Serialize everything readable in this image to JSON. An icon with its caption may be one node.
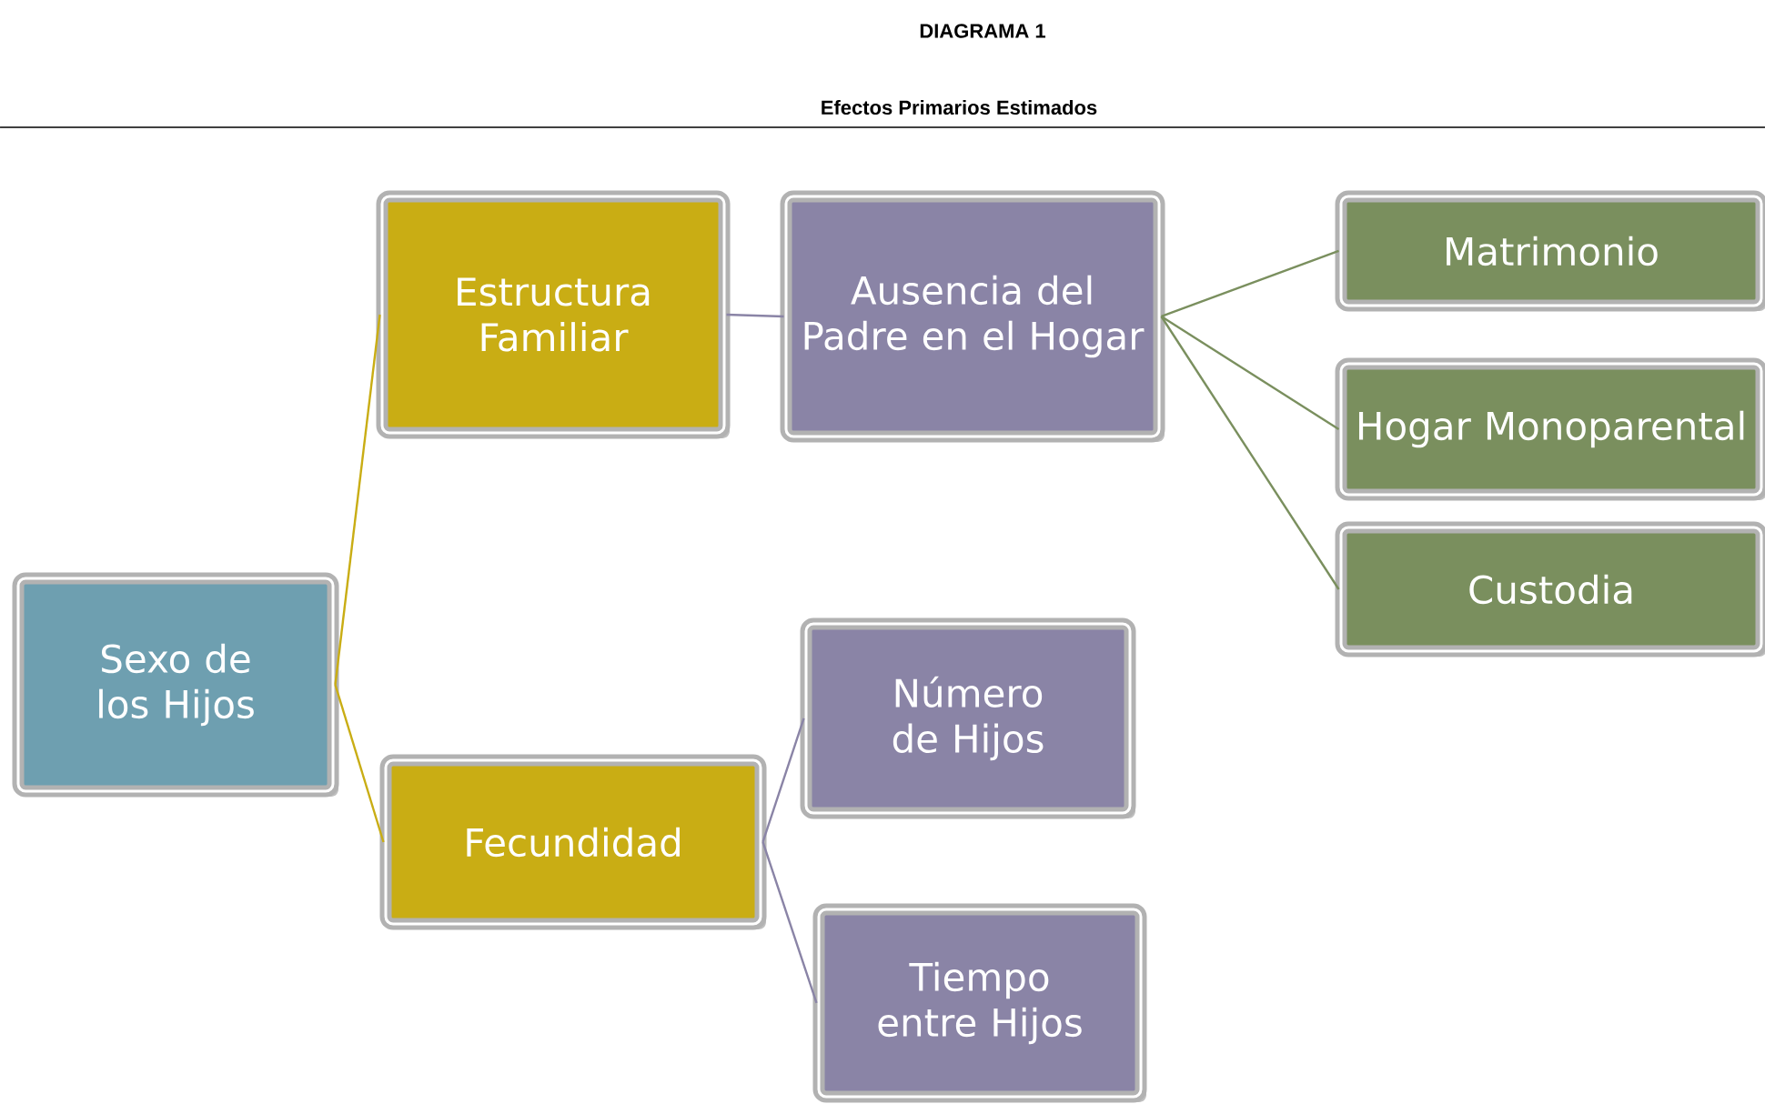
{
  "diagram": {
    "title": "DIAGRAMA 1",
    "nodes": [
      {
        "text": [
          "Sexo de los Hijos"
        ]
      },
      {
        "text": [
          "Estructura Familiar"
        ]
      },
      {
        "text": [
          "Ausencia del Padre en el Hogar"
        ]
      },
      {
        "text": [
          "Matrimonio"
        ]
      },
      {
        "text": [
          "Hogar Monoparental"
        ]
      },
      {
        "text": [
          "Custodia"
        ]
      },
      {
        "text": [
          "Fecundidad"
        ]
      },
      {
        "text": [
          "Número de Hijos"
        ]
      },
      {
        "text": [
          "Tiempo entre Hijos"
        ]
      }
    ],
    "edges": [
      {
        "from": 0,
        "to": 1,
        "arrow": "none",
        "color": "#c9ad14"
      },
      {
        "from": 0,
        "to": 6,
        "arrow": "none",
        "color": "#c9ad14"
      },
      {
        "from": 1,
        "to": 2,
        "arrow": "none",
        "color": "#8a84a6"
      },
      {
        "from": 2,
        "to": 3,
        "arrow": "none",
        "color": "#7a8f5e"
      },
      {
        "from": 2,
        "to": 4,
        "arrow": "none",
        "color": "#7a8f5e"
      },
      {
        "from": 2,
        "to": 5,
        "arrow": "none",
        "color": "#7a8f5e"
      },
      {
        "from": 6,
        "to": 7,
        "arrow": "none",
        "color": "#8a84a6"
      },
      {
        "from": 6,
        "to": 8,
        "arrow": "none",
        "color": "#8a84a6"
      }
    ],
    "labels": [
      "Efectos Primarios Estimados"
    ]
  }
}
